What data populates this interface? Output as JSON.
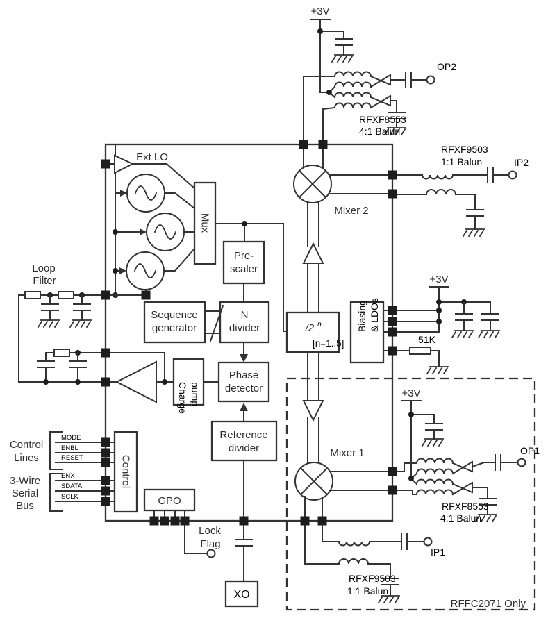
{
  "power": {
    "v3_top": "+3V",
    "v3_bias": "+3V",
    "v3_mixer1": "+3V"
  },
  "ports": {
    "op2": "OP2",
    "ip2": "IP2",
    "op1": "OP1",
    "ip1": "IP1",
    "ext_lo": "Ext LO",
    "lock_flag": [
      "Lock",
      "Flag"
    ]
  },
  "baluns": {
    "op2": [
      "RFXF8553",
      "4:1 Balun"
    ],
    "ip2": [
      "RFXF9503",
      "1:1 Balun"
    ],
    "op1": [
      "RFXF8553",
      "4:1 Balun"
    ],
    "ip1": [
      "RFXF9503",
      "1:1 Balun"
    ]
  },
  "blocks": {
    "mixer2": "Mixer 2",
    "mixer1": "Mixer 1",
    "mux": "Mux",
    "prescaler": [
      "Pre-",
      "scaler"
    ],
    "seq_gen": [
      "Sequence",
      "generator"
    ],
    "n_divider": [
      "N",
      "divider"
    ],
    "phase_detector": [
      "Phase",
      "detector"
    ],
    "charge_pump": [
      "Charge",
      "pump"
    ],
    "divider_2n": {
      "base": "/2",
      "sup": "n",
      "range": "[n=1..5]"
    },
    "biasing": [
      "Biasing",
      "& LDOs"
    ],
    "control": "Control",
    "gpo": "GPO",
    "reference_divider": [
      "Reference",
      "divider"
    ],
    "xo": "XO"
  },
  "left_side": {
    "loop_filter": [
      "Loop",
      "Filter"
    ],
    "control_lines": [
      "Control",
      "Lines"
    ],
    "serial_bus": [
      "3-Wire",
      "Serial",
      "Bus"
    ],
    "control_pins": [
      "MODE",
      "ENBL",
      "RESET"
    ],
    "serial_pins": [
      "ENX",
      "SDATA",
      "SCLK"
    ]
  },
  "misc": {
    "r51k": "51K",
    "rffc_note": "RFFC2071 Only"
  },
  "colors": {
    "line": "#333333",
    "text": "#2e2e2e",
    "background": "#ffffff"
  }
}
